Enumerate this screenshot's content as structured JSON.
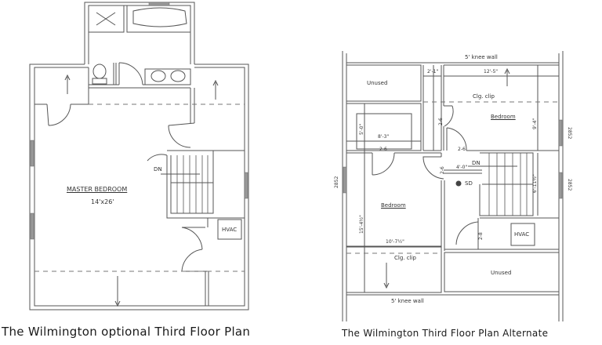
{
  "plan_left": {
    "caption": "The Wilmington optional Third Floor Plan",
    "rooms": {
      "master_bedroom": {
        "name": "MASTER BEDROOM",
        "size": "14'x26'"
      },
      "stair_label": "DN",
      "hvac": "HVAC"
    }
  },
  "plan_right": {
    "caption": "The Wilmington Third Floor Plan Alternate",
    "labels": {
      "knee_wall_top": "5' knee wall",
      "knee_wall_bottom": "5' knee wall",
      "unused_top": "Unused",
      "unused_bottom": "Unused",
      "bedroom_top": "Bedroom",
      "bedroom_left": "Bedroom",
      "clg_clip_top": "Clg. clip",
      "clg_clip_bottom": "Clg. clip",
      "stair_label": "DN",
      "hvac": "HVAC",
      "smoke_detector": "SD"
    },
    "dimensions": {
      "closet_width": "2'-1\"",
      "bedroom_top_width": "12'-5\"",
      "bedroom_top_depth": "9'-4\"",
      "closet_depth": "5'-0\"",
      "closet_width_2": "8'-3\"",
      "door_left": "2-6",
      "door_hall": "2-6",
      "door_side_1": "2-6",
      "door_side_2": "2-6",
      "door_hvac": "2-8",
      "hall_width": "4'-0\"",
      "stair_length": "6'-11½\"",
      "bedroom_left_depth": "15'-4½\"",
      "bedroom_left_width": "10'-7½\"",
      "window_1": "2852",
      "window_2": "2852",
      "window_3": "2852"
    }
  }
}
